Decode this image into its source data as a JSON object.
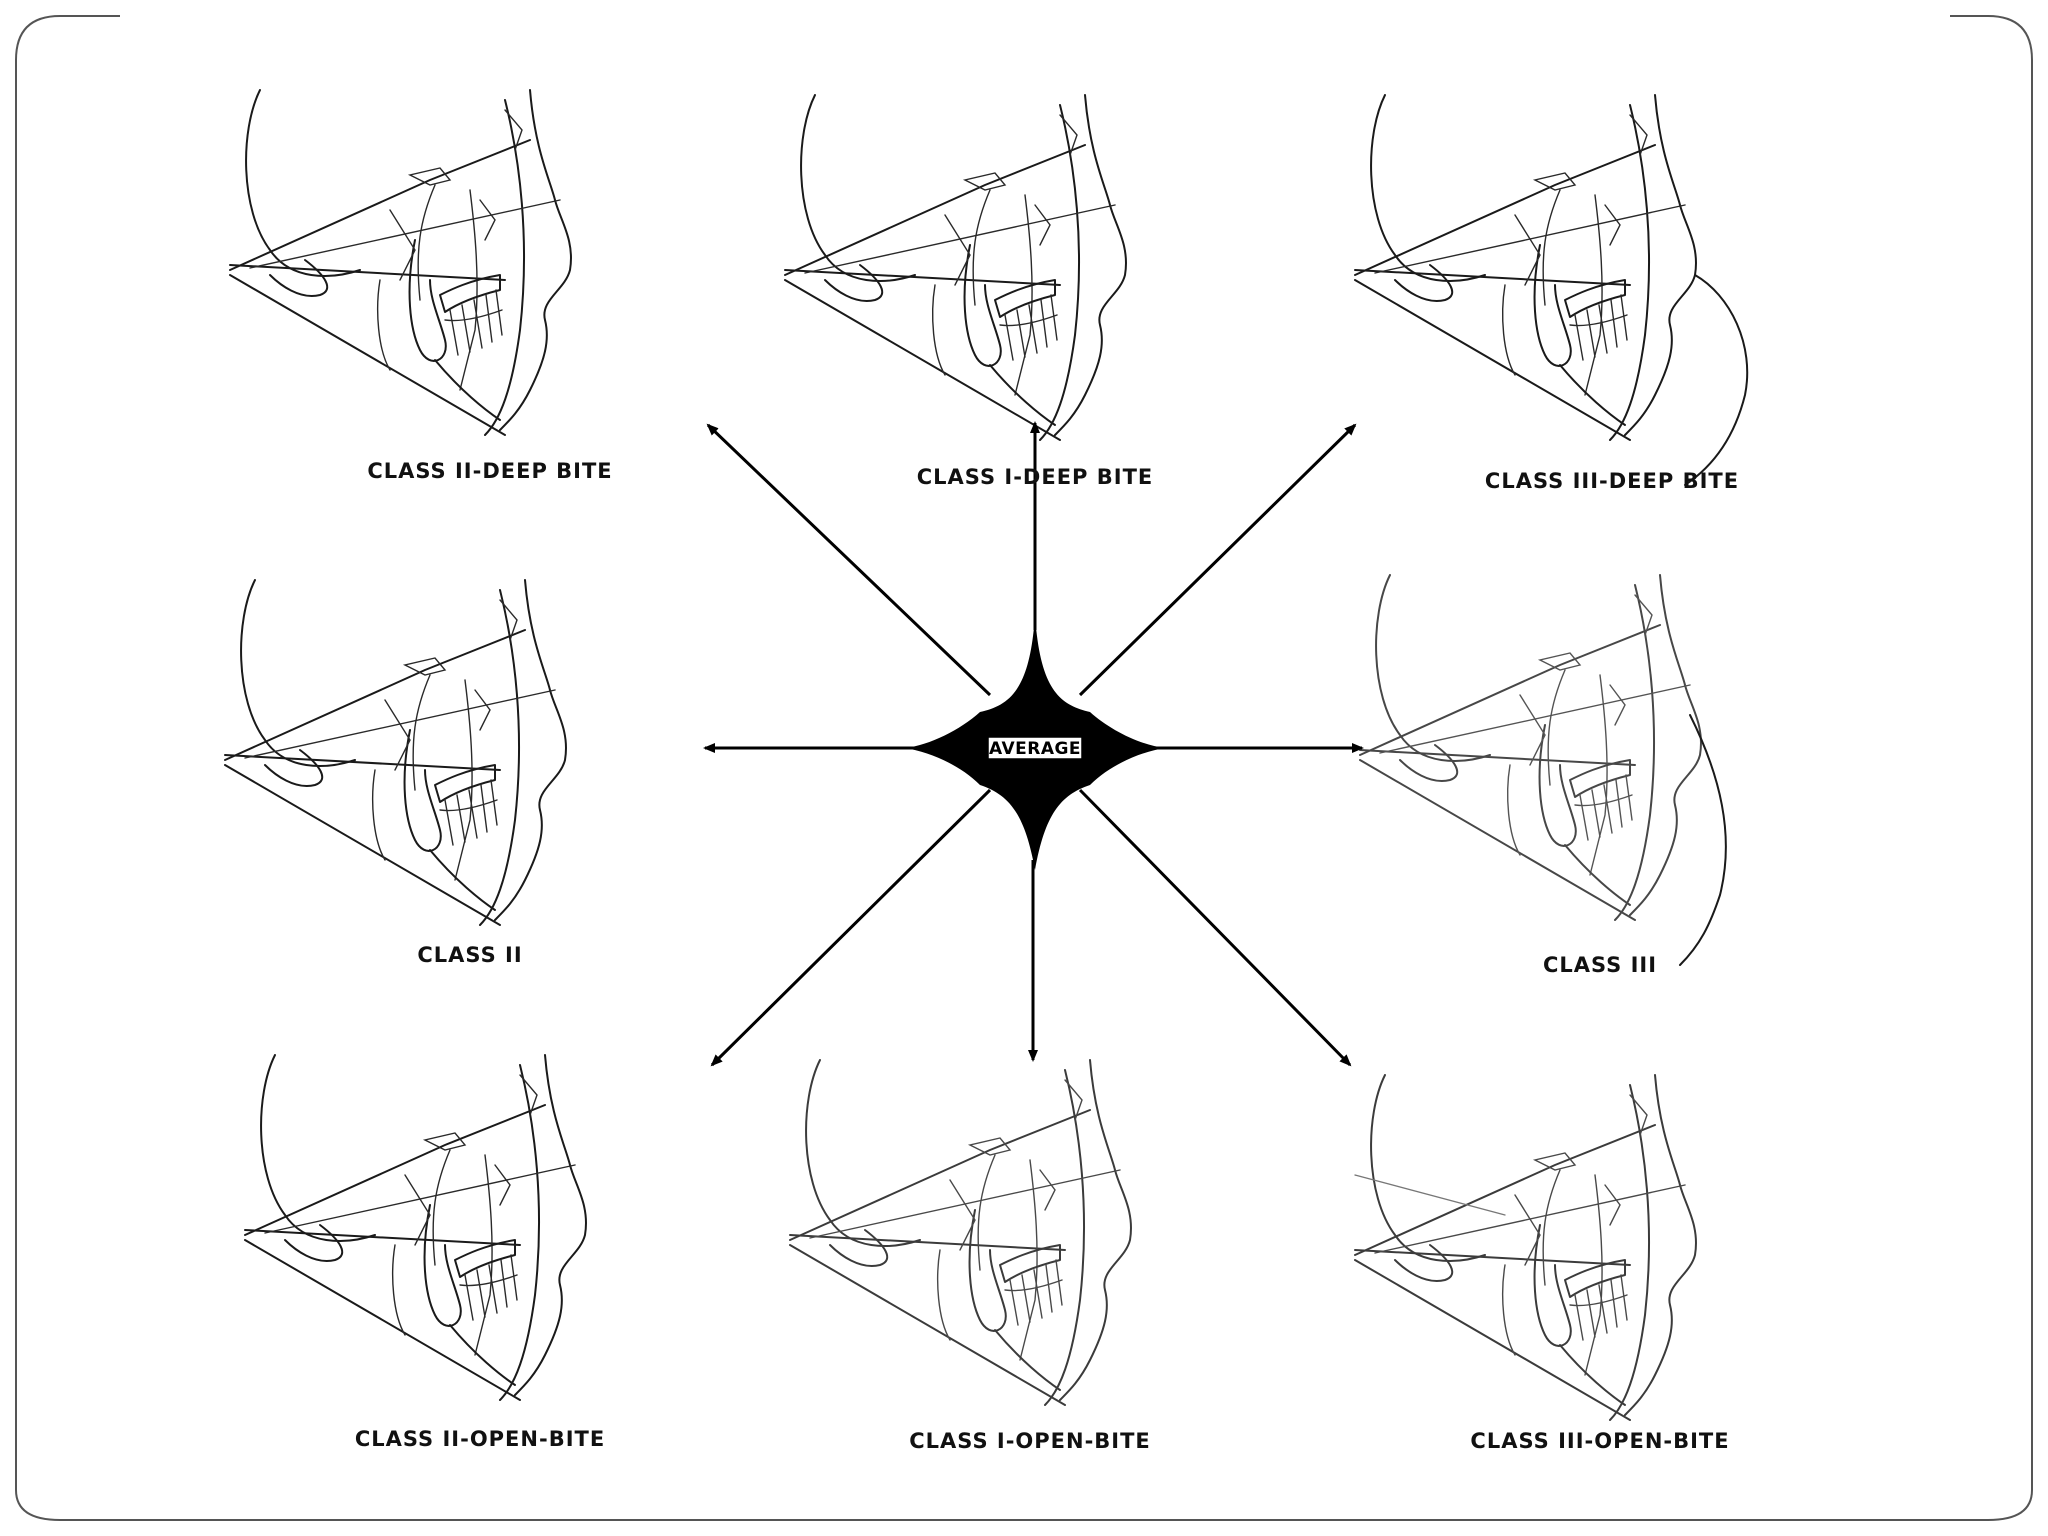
{
  "center": {
    "label": "AVERAGE"
  },
  "panels": [
    {
      "id": "class-ii-deep-bite",
      "label": "CLASS II-DEEP BITE"
    },
    {
      "id": "class-i-deep-bite",
      "label": "CLASS I-DEEP BITE"
    },
    {
      "id": "class-iii-deep-bite",
      "label": "CLASS III-DEEP BITE"
    },
    {
      "id": "class-ii",
      "label": "CLASS II"
    },
    {
      "id": "class-iii",
      "label": "CLASS III"
    },
    {
      "id": "class-ii-open-bite",
      "label": "CLASS II-OPEN-BITE"
    },
    {
      "id": "class-i-open-bite",
      "label": "CLASS I-OPEN-BITE"
    },
    {
      "id": "class-iii-open-bite",
      "label": "CLASS III-OPEN-BITE"
    }
  ]
}
